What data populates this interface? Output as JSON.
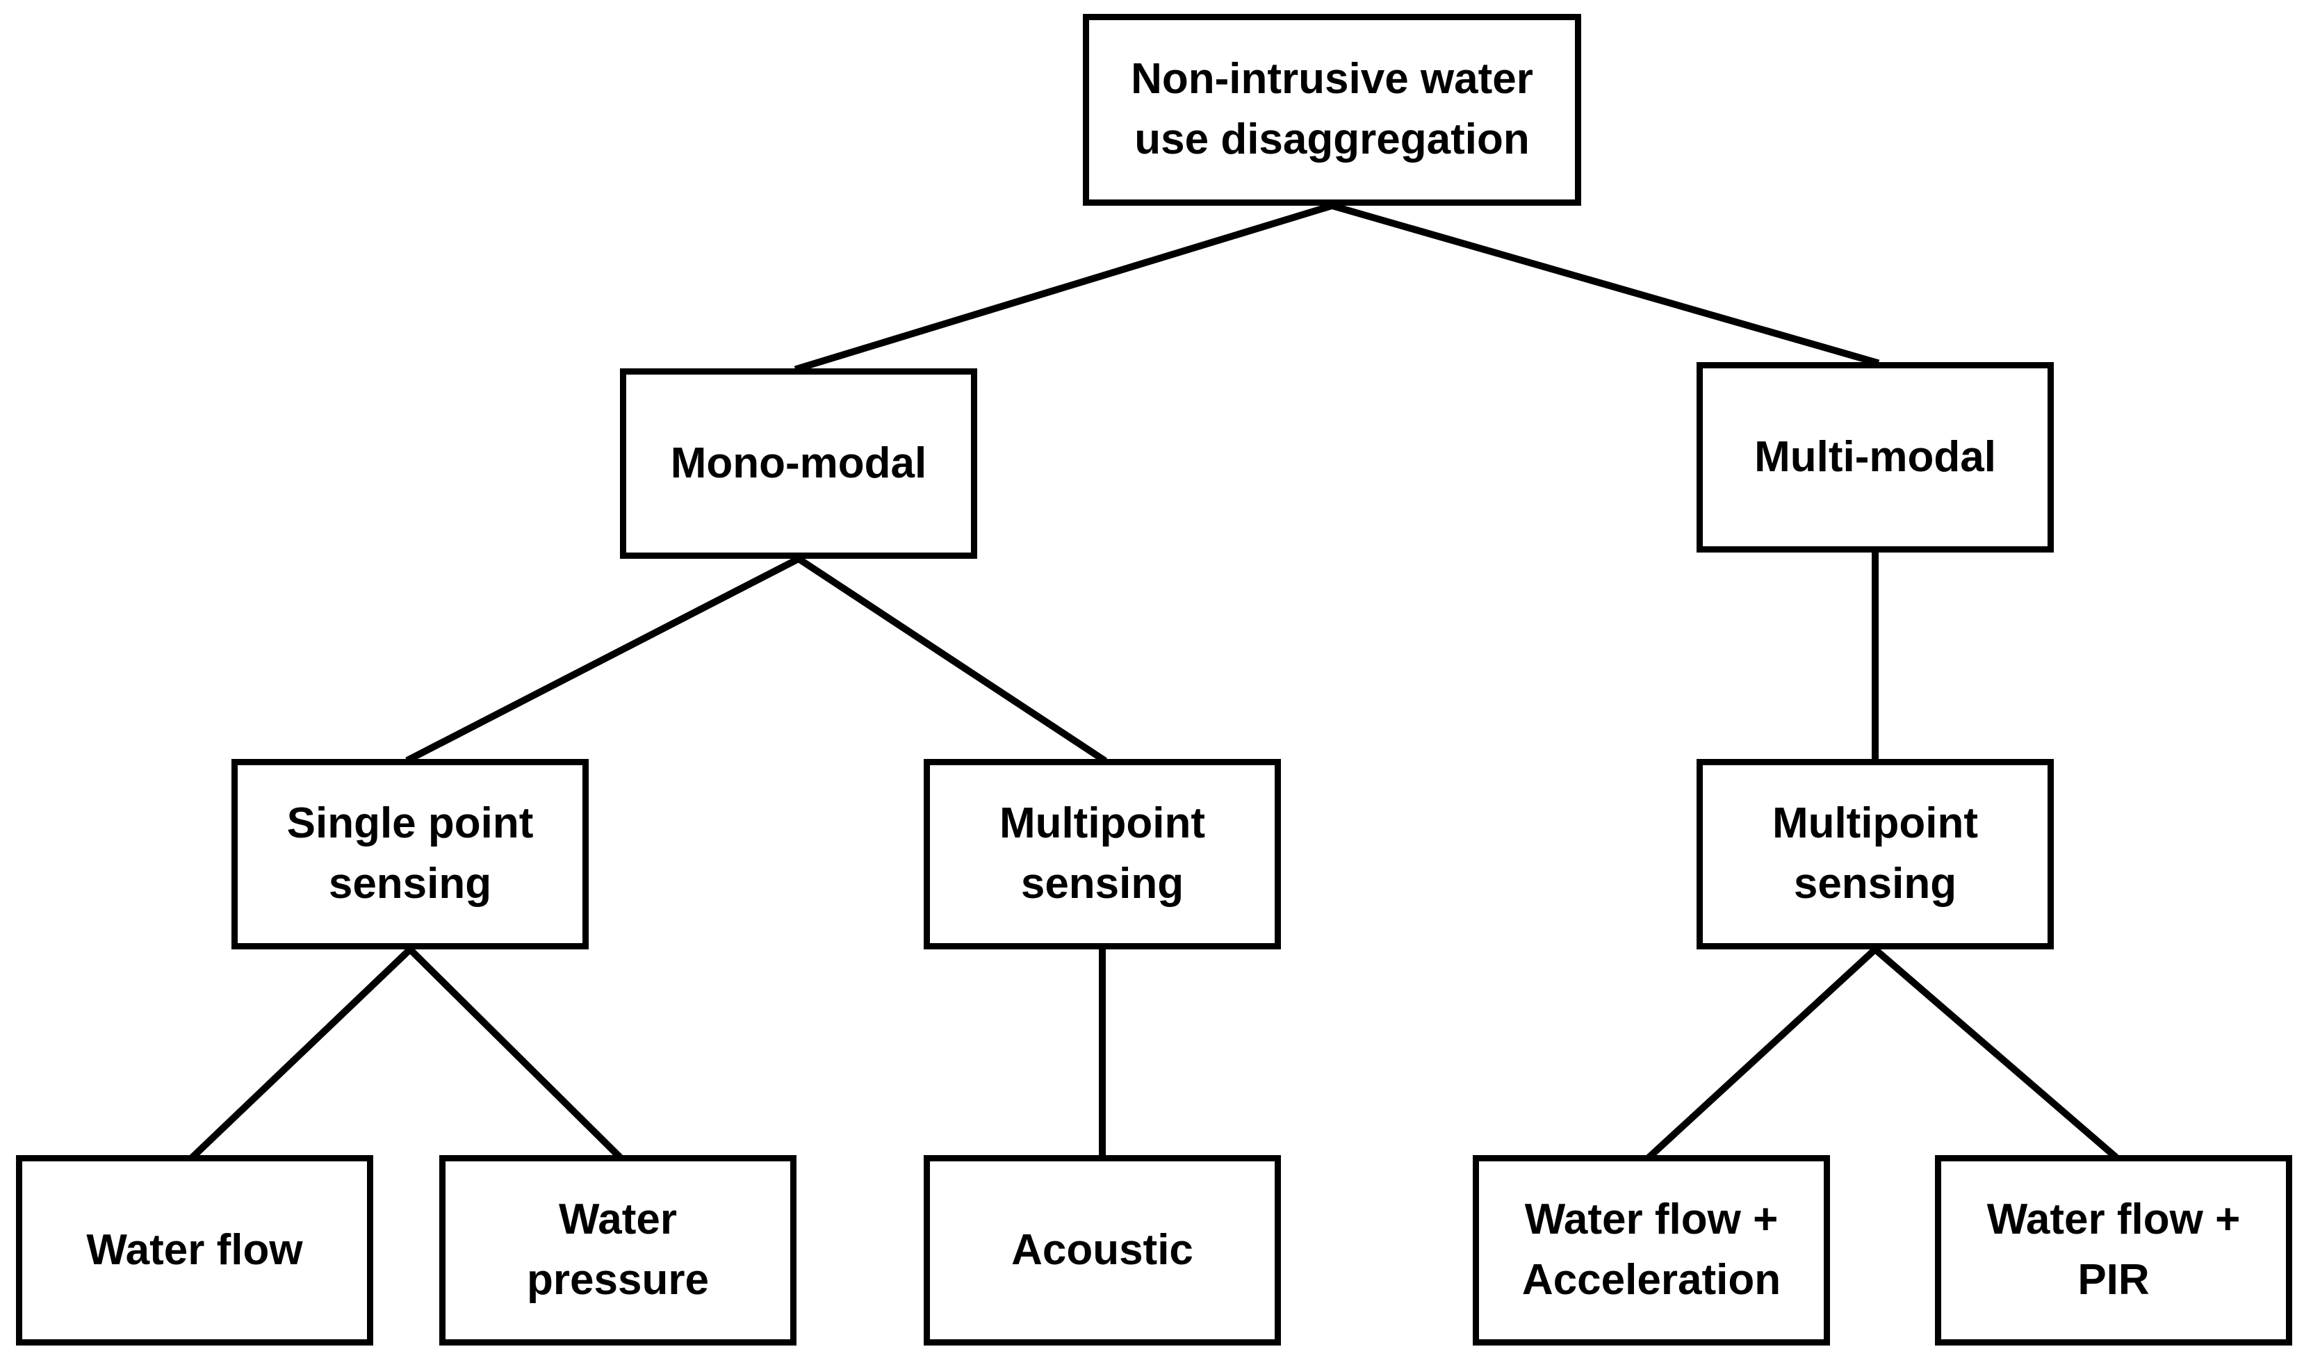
{
  "nodes": {
    "root": "Non-intrusive water\nuse disaggregation",
    "mono_modal": "Mono-modal",
    "multi_modal": "Multi-modal",
    "single_point": "Single point\nsensing",
    "multipoint_mono": "Multipoint\nsensing",
    "multipoint_multi": "Multipoint\nsensing",
    "water_flow": "Water flow",
    "water_pressure": "Water\npressure",
    "acoustic": "Acoustic",
    "water_flow_acceleration": "Water flow +\nAcceleration",
    "water_flow_pir": "Water flow +\nPIR"
  },
  "edges": [
    {
      "from": "root",
      "to": "mono_modal"
    },
    {
      "from": "root",
      "to": "multi_modal"
    },
    {
      "from": "mono_modal",
      "to": "single_point"
    },
    {
      "from": "mono_modal",
      "to": "multipoint_mono"
    },
    {
      "from": "multi_modal",
      "to": "multipoint_multi"
    },
    {
      "from": "single_point",
      "to": "water_flow"
    },
    {
      "from": "single_point",
      "to": "water_pressure"
    },
    {
      "from": "multipoint_mono",
      "to": "acoustic"
    },
    {
      "from": "multipoint_multi",
      "to": "water_flow_acceleration"
    },
    {
      "from": "multipoint_multi",
      "to": "water_flow_pir"
    }
  ],
  "colors": {
    "line": "#000000",
    "box_border": "#000000",
    "box_fill": "#ffffff",
    "text": "#000000"
  }
}
